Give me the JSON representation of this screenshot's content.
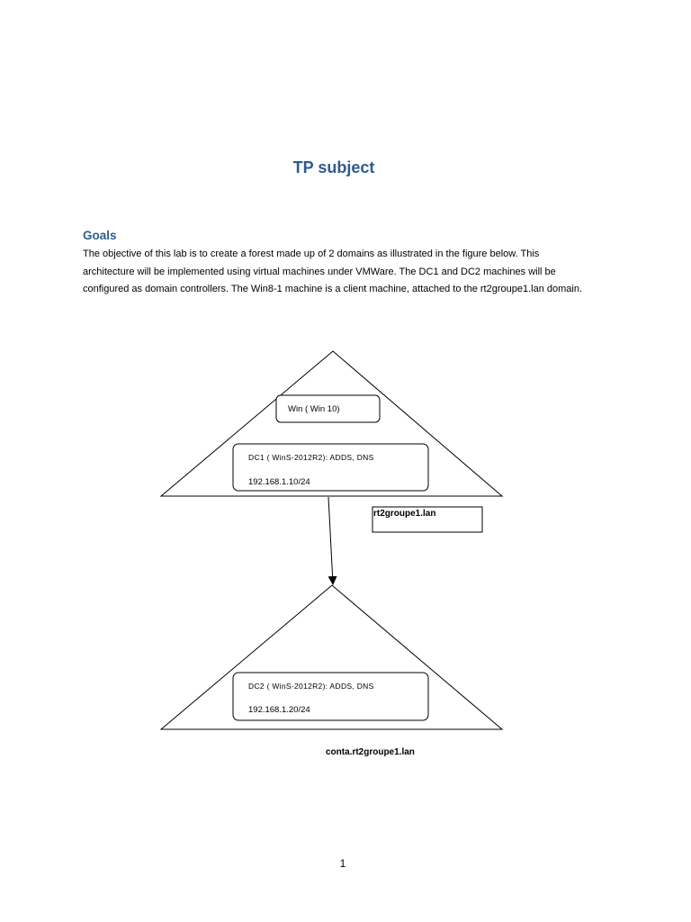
{
  "document": {
    "title": "TP subject",
    "section_heading": "Goals",
    "paragraph_lines": [
      "The objective of this lab is to create a forest made up of 2 domains as illustrated in the figure below. This",
      "architecture will be implemented using virtual machines under VMWare. The DC1 and DC2 machines will be",
      "configured as domain controllers. The Win8-1 machine is a client machine, attached to the rt2groupe1.lan domain."
    ],
    "page_number": "1"
  },
  "diagram": {
    "top_domain": {
      "client_box": "Win ( Win 10)",
      "dc_box_line1": "DC1 ( WinS-2012R2): ADDS, DNS",
      "dc_box_line2": "192.168.1.10/24",
      "domain_label": "rt2groupe1.lan"
    },
    "bottom_domain": {
      "dc_box_line1": "DC2 ( WinS-2012R2): ADDS, DNS",
      "dc_box_line2": "192.168.1.20/24",
      "domain_label": "conta.rt2groupe1.lan"
    }
  }
}
